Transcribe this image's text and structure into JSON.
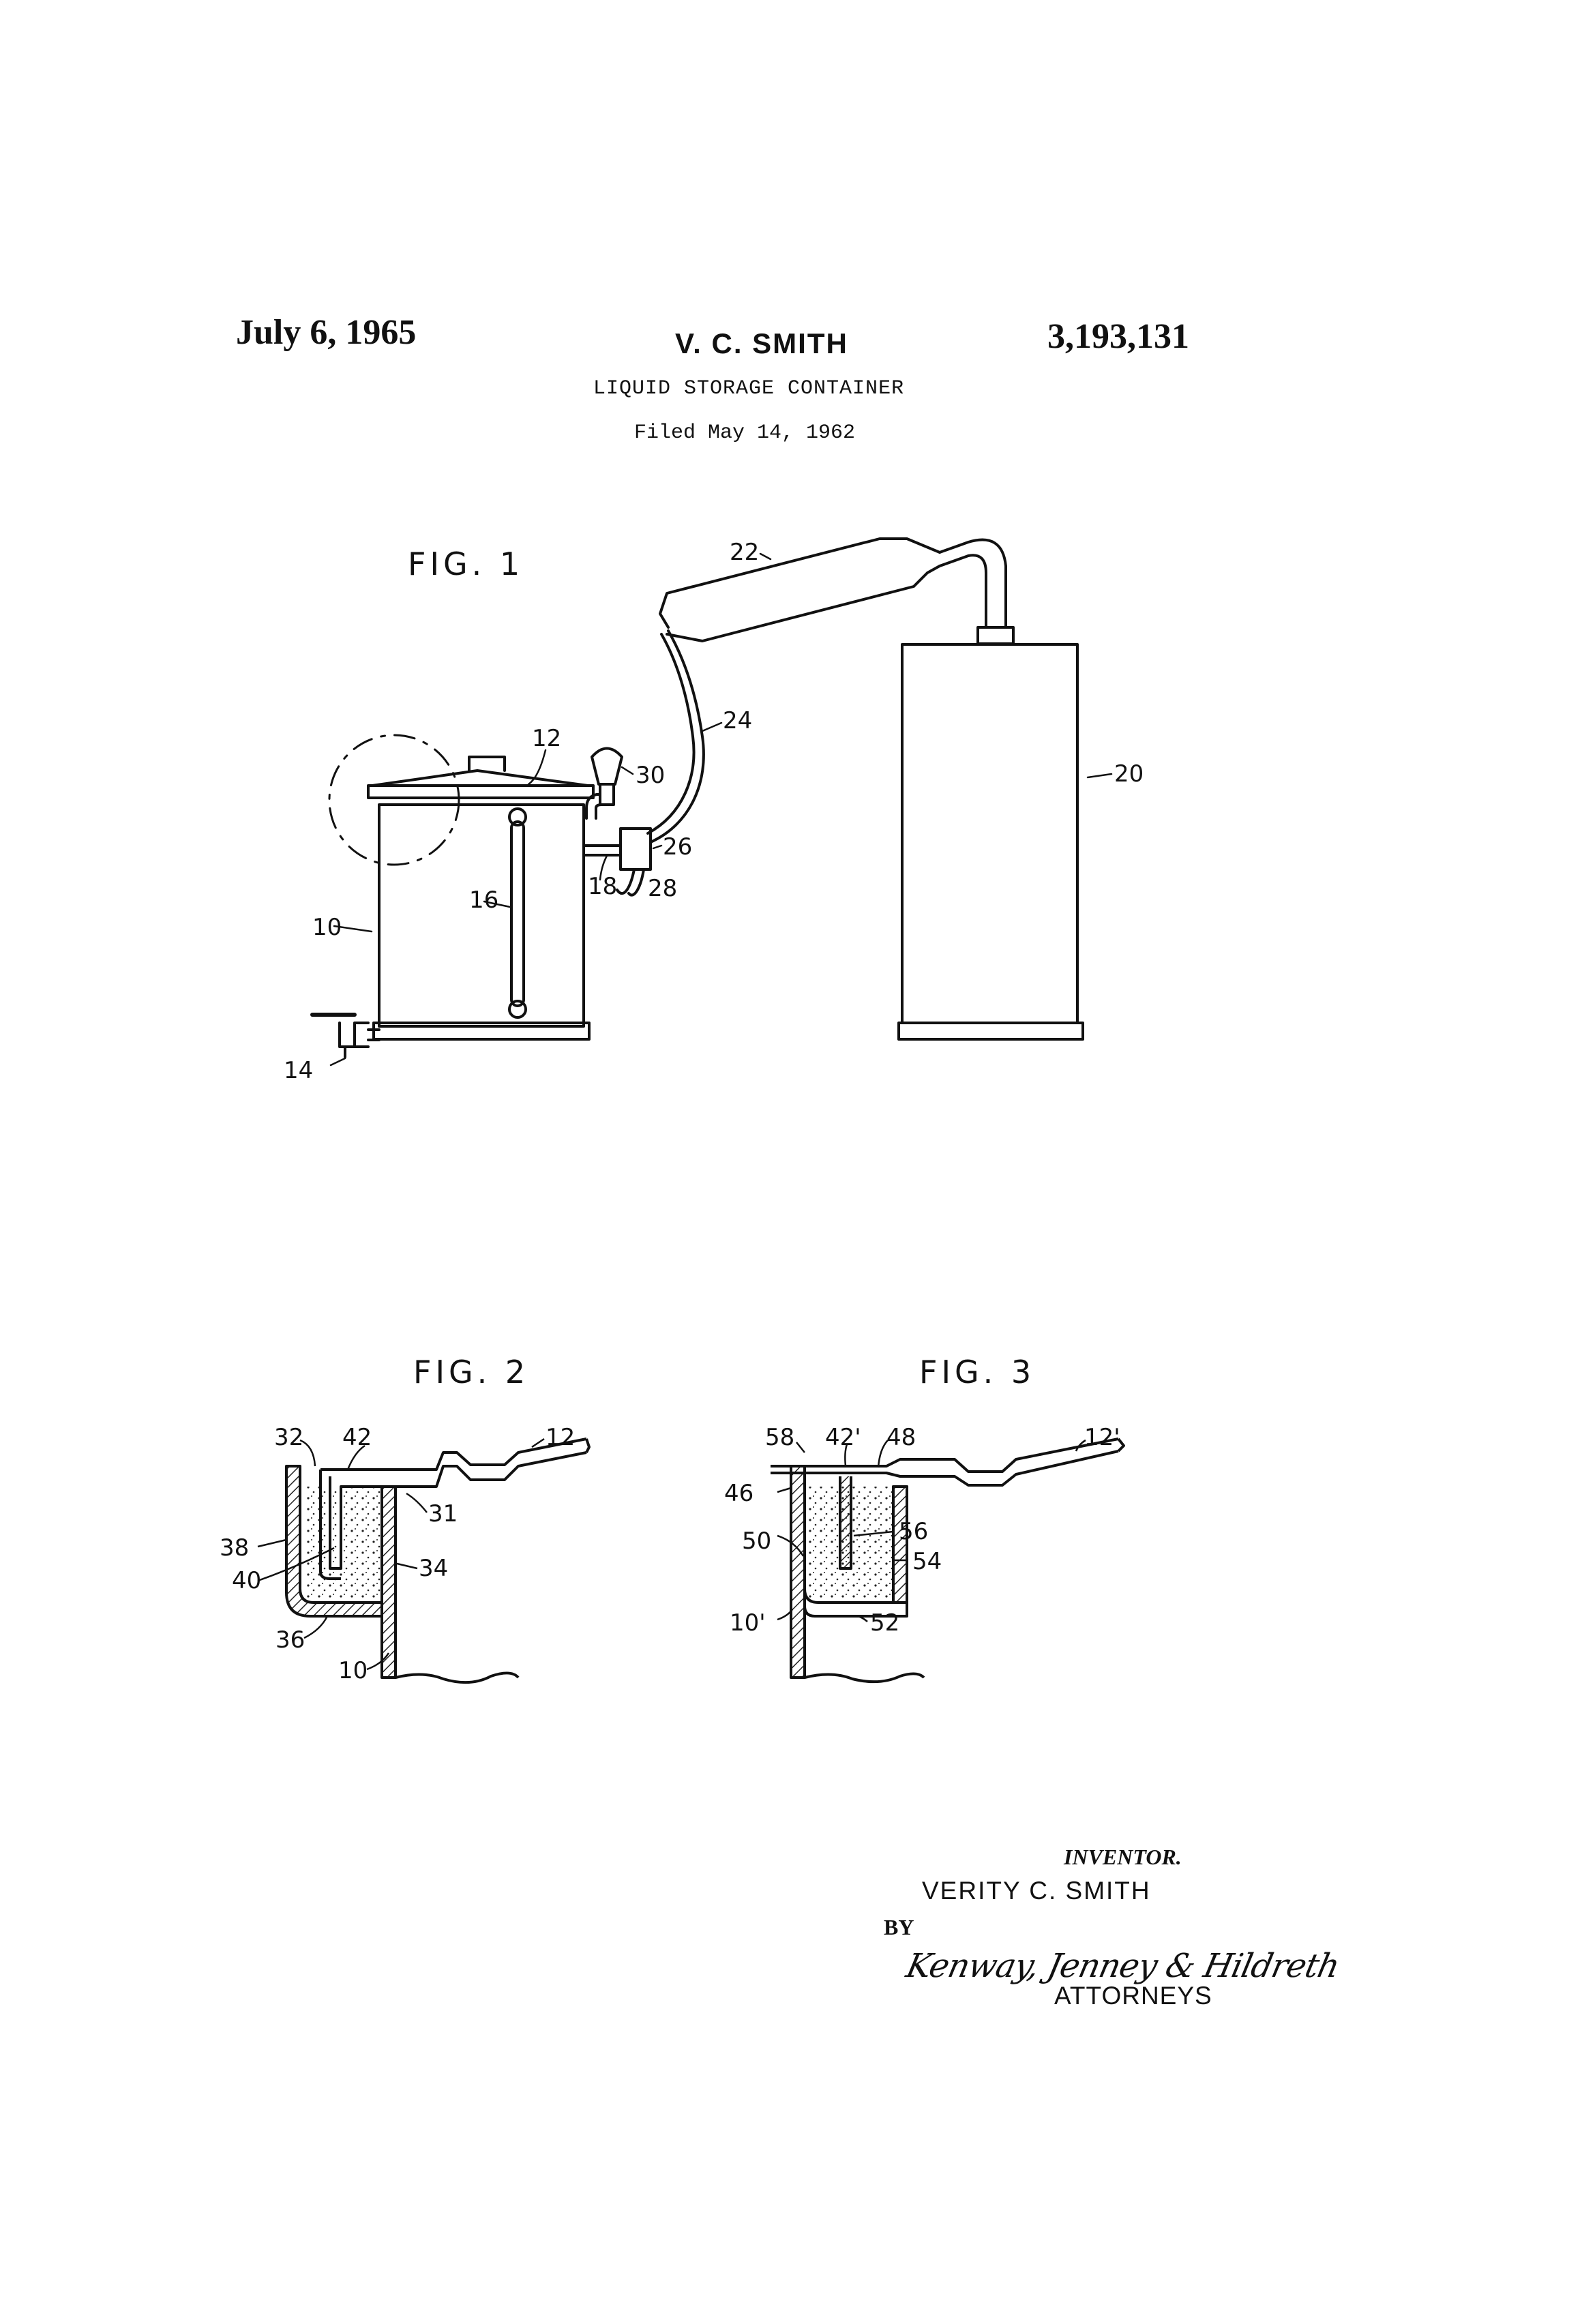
{
  "header": {
    "date": "July 6, 1965",
    "inventor": "V. C. SMITH",
    "patent_number": "3,193,131",
    "title": "LIQUID STORAGE CONTAINER",
    "filed": "Filed May 14, 1962"
  },
  "figures": {
    "fig1": {
      "label": "FIG. 1",
      "refs": {
        "r10": "10",
        "r12": "12",
        "r14": "14",
        "r16": "16",
        "r18": "18",
        "r20": "20",
        "r22": "22",
        "r24": "24",
        "r26": "26",
        "r28": "28",
        "r30": "30"
      }
    },
    "fig2": {
      "label": "FIG. 2",
      "refs": {
        "r32": "32",
        "r42": "42",
        "r12": "12",
        "r31": "31",
        "r38": "38",
        "r40": "40",
        "r34": "34",
        "r36": "36",
        "r10": "10"
      }
    },
    "fig3": {
      "label": "FIG. 3",
      "refs": {
        "r58": "58",
        "r42p": "42'",
        "r48": "48",
        "r12p": "12'",
        "r46": "46",
        "r56": "56",
        "r50": "50",
        "r54": "54",
        "r10p": "10'",
        "r52": "52"
      }
    }
  },
  "footer": {
    "inventor_caption": "INVENTOR.",
    "inventor_name": "VERITY C. SMITH",
    "by": "BY",
    "signature": "Kenway, Jenney & Hildreth",
    "attorneys": "ATTORNEYS"
  }
}
